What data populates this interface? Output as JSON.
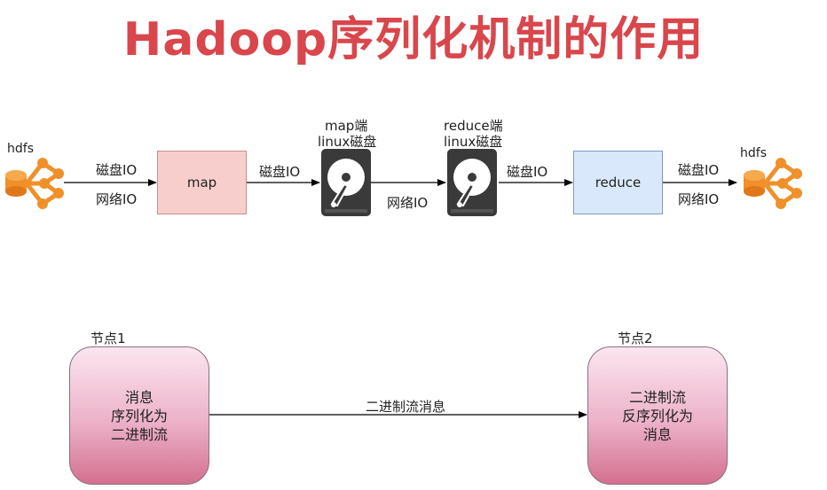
{
  "title": "Hadoop序列化机制的作用",
  "top_flow": {
    "hdfs_left": "hdfs",
    "hdfs_right": "hdfs",
    "map_label": "map",
    "reduce_label": "reduce",
    "edge1_top": "磁盘IO",
    "edge1_bottom": "网络IO",
    "edge2_label": "磁盘IO",
    "edge3_label": "网络IO",
    "edge4_label": "磁盘IO",
    "edge5_top": "磁盘IO",
    "edge5_bottom": "网络IO",
    "disk1_line1": "map端",
    "disk1_line2": "linux磁盘",
    "disk2_line1": "reduce端",
    "disk2_line2": "linux磁盘"
  },
  "bottom_flow": {
    "node1_title": "节点1",
    "node1_lines": [
      "消息",
      "序列化为",
      "二进制流"
    ],
    "node2_title": "节点2",
    "node2_lines": [
      "二进制流",
      "反序列化为",
      "消息"
    ],
    "edge_label": "二进制流消息"
  },
  "colors": {
    "title": "#d9464c",
    "hdfs_icon": "#f0902a",
    "map_fill": "#f8cecc",
    "reduce_fill": "#dae8fc",
    "disk_body": "#3a3a3a"
  },
  "icons": [
    "hdfs-icon",
    "hard-disk-icon"
  ]
}
